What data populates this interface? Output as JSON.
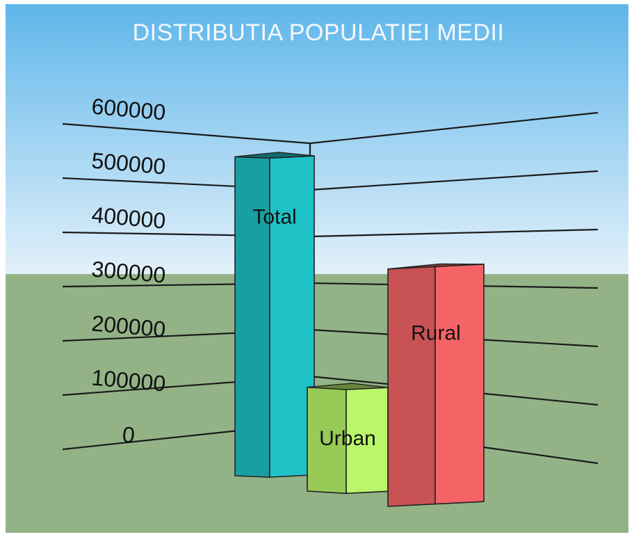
{
  "chart_data": {
    "type": "bar",
    "title": "DISTRIBUTIA POPULATIEI MEDII",
    "categories": [
      "Total",
      "Urban",
      "Rural"
    ],
    "values": [
      430000,
      140000,
      320000
    ],
    "yticks": [
      "0",
      "100000",
      "200000",
      "300000",
      "400000",
      "500000",
      "600000"
    ],
    "ylim": [
      0,
      600000
    ],
    "xlabel": "",
    "ylabel": "",
    "grid": true,
    "legend": "none",
    "colors": {
      "Total": "#1ec2c6",
      "Urban": "#b9f66a",
      "Rural": "#f46467",
      "sky_top": "#5eb6ea",
      "sky_bottom": "#e3f1fa",
      "ground": "#93b387"
    }
  }
}
